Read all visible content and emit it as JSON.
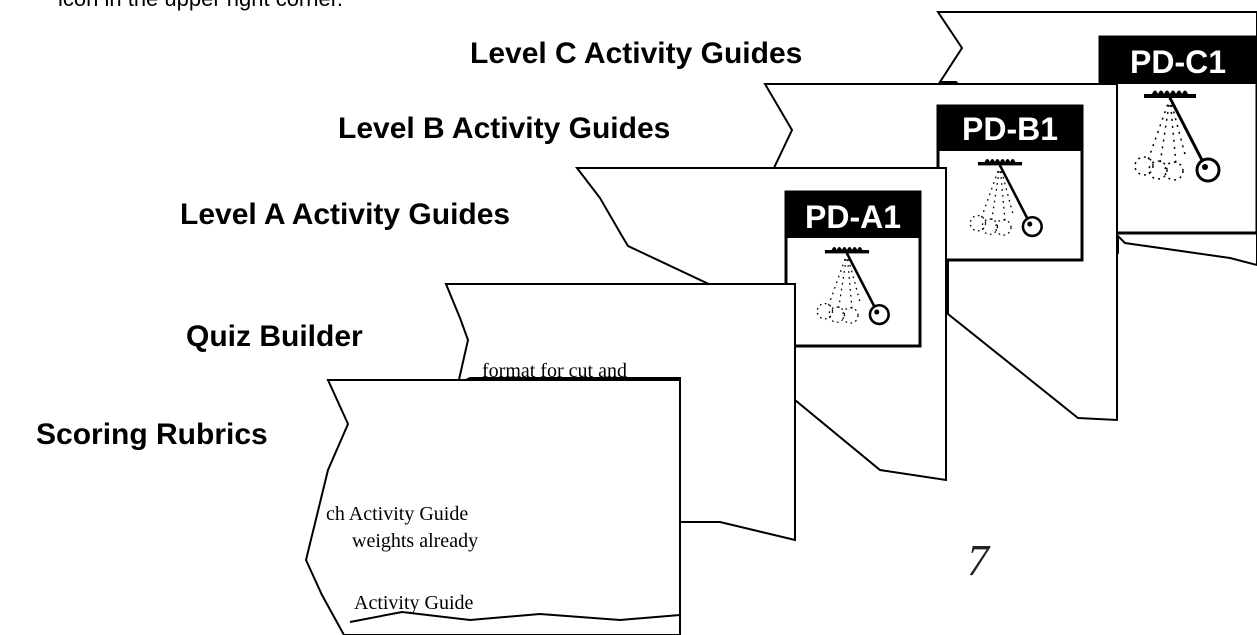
{
  "intro_fragment": "icon in the upper right corner.",
  "sections": [
    {
      "label": "Level C Activity Guides",
      "icon_code": "PD-C1"
    },
    {
      "label": "Level B Activity Guides",
      "icon_code": "PD-B1"
    },
    {
      "label": "Level A Activity Guides",
      "icon_code": "PD-A1"
    },
    {
      "label": "Quiz Builder"
    },
    {
      "label": "Scoring Rubrics"
    }
  ],
  "page_fragments": {
    "quiz_builder": "format for cut and",
    "rubric_line1": "ch Activity Guide",
    "rubric_line2": "weights already",
    "rubric_line3": "Activity Guide"
  },
  "page_number": "7",
  "icon_image": "pendulum-icon"
}
